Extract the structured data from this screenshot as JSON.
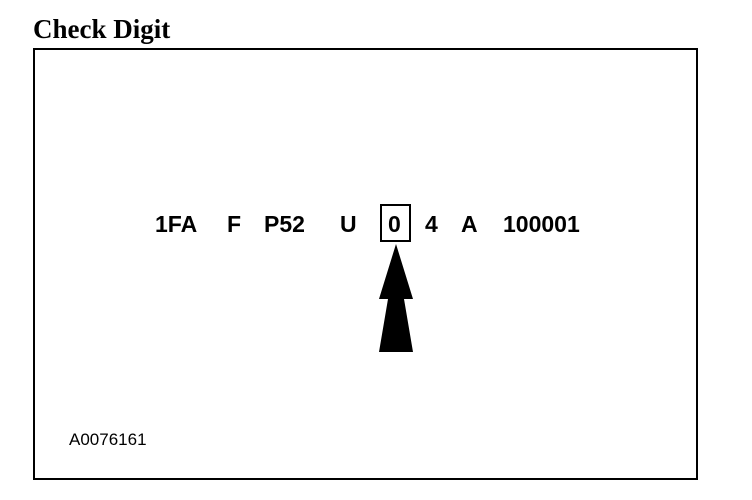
{
  "heading": "Check Digit",
  "vin_segments": [
    "1FA",
    "F",
    "P52",
    "U",
    "0",
    "4",
    "A",
    "100001"
  ],
  "highlighted_segment": "0",
  "reference_code": "A0076161",
  "colors": {
    "ink": "#000000",
    "background": "#ffffff"
  }
}
